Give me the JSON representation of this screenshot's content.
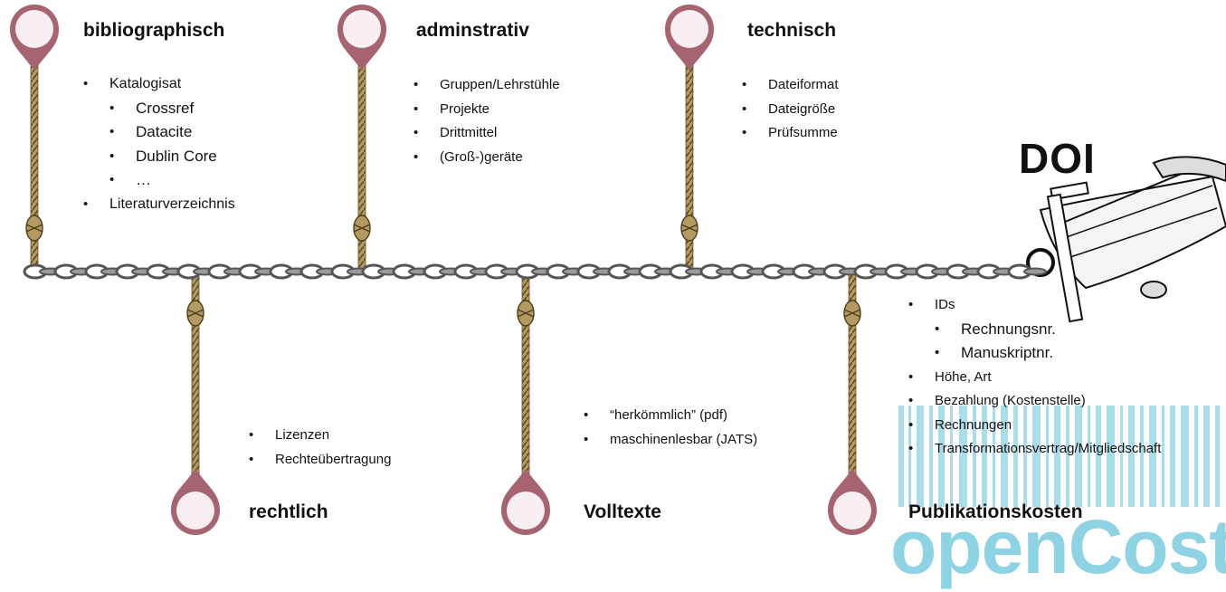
{
  "branches": {
    "bibliographisch": {
      "title": "bibliographisch",
      "items": [
        {
          "label": "Katalogisat",
          "level": 1
        },
        {
          "label": "Crossref",
          "level": 2
        },
        {
          "label": "Datacite",
          "level": 2
        },
        {
          "label": "Dublin Core",
          "level": 2
        },
        {
          "label": "…",
          "level": 2
        },
        {
          "label": "Literaturverzeichnis",
          "level": 1
        }
      ]
    },
    "administrativ": {
      "title": "adminstrativ",
      "items": [
        "Gruppen/Lehrstühle",
        "Projekte",
        "Drittmittel",
        "(Groß-)geräte"
      ]
    },
    "technisch": {
      "title": "technisch",
      "items": [
        "Dateiformat",
        "Dateigröße",
        "Prüfsumme"
      ]
    },
    "rechtlich": {
      "title": "rechtlich",
      "items": [
        "Lizenzen",
        "Rechteübertragung"
      ]
    },
    "volltexte": {
      "title": "Volltexte",
      "items": [
        "“herkömmlich” (pdf)",
        "maschinenlesbar (JATS)"
      ]
    },
    "publikationskosten": {
      "title": "Publikationskosten",
      "items": [
        {
          "label": "IDs",
          "level": 1
        },
        {
          "label": "Rechnungsnr.",
          "level": 2
        },
        {
          "label": "Manuskriptnr.",
          "level": 2
        },
        {
          "label": "Höhe, Art",
          "level": 1
        },
        {
          "label": "Bezahlung (Kostenstelle)",
          "level": 1
        },
        {
          "label": "Rechnungen",
          "level": 1
        },
        {
          "label": "Transformationsvertrag/Mitgliedschaft",
          "level": 1
        }
      ]
    }
  },
  "anchor_label": "DOI",
  "logo_text": "openCost",
  "colors": {
    "pin_stroke": "#a66471",
    "pin_fill": "#f6eef1",
    "rope": "#a8925f",
    "chain": "#777777",
    "logo": "#8ed3e3"
  }
}
